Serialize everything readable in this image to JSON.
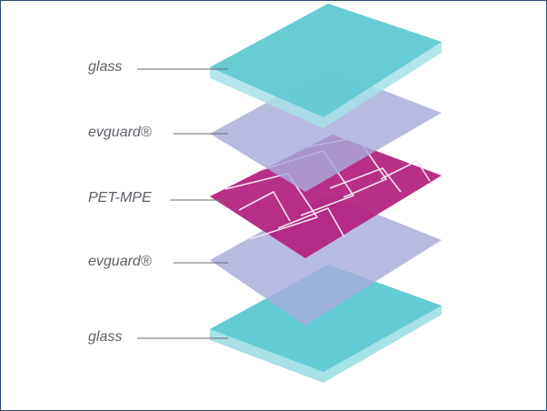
{
  "layers": [
    {
      "label": "glass",
      "color": "#5ec9d0"
    },
    {
      "label": "evguard®",
      "color": "#a8acd9"
    },
    {
      "label": "PET-MPE",
      "color": "#b01c7a"
    },
    {
      "label": "evguard®",
      "color": "#a8acd9"
    },
    {
      "label": "glass",
      "color": "#5ec9d0"
    }
  ]
}
